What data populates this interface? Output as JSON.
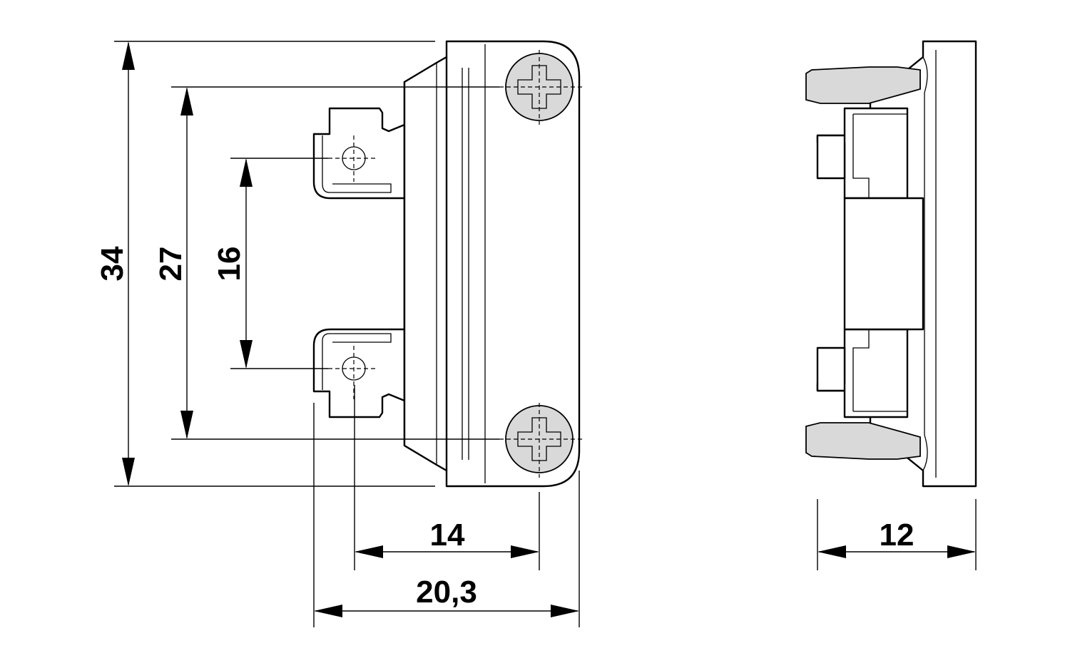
{
  "dimensions": {
    "overall_height": "34",
    "screw_spacing": "27",
    "hole_spacing": "16",
    "hole_to_screw": "14",
    "total_depth": "20,3",
    "side_width": "12"
  },
  "colors": {
    "line": "#000000",
    "screw_fill": "#d9d9d9",
    "background": "#ffffff"
  }
}
